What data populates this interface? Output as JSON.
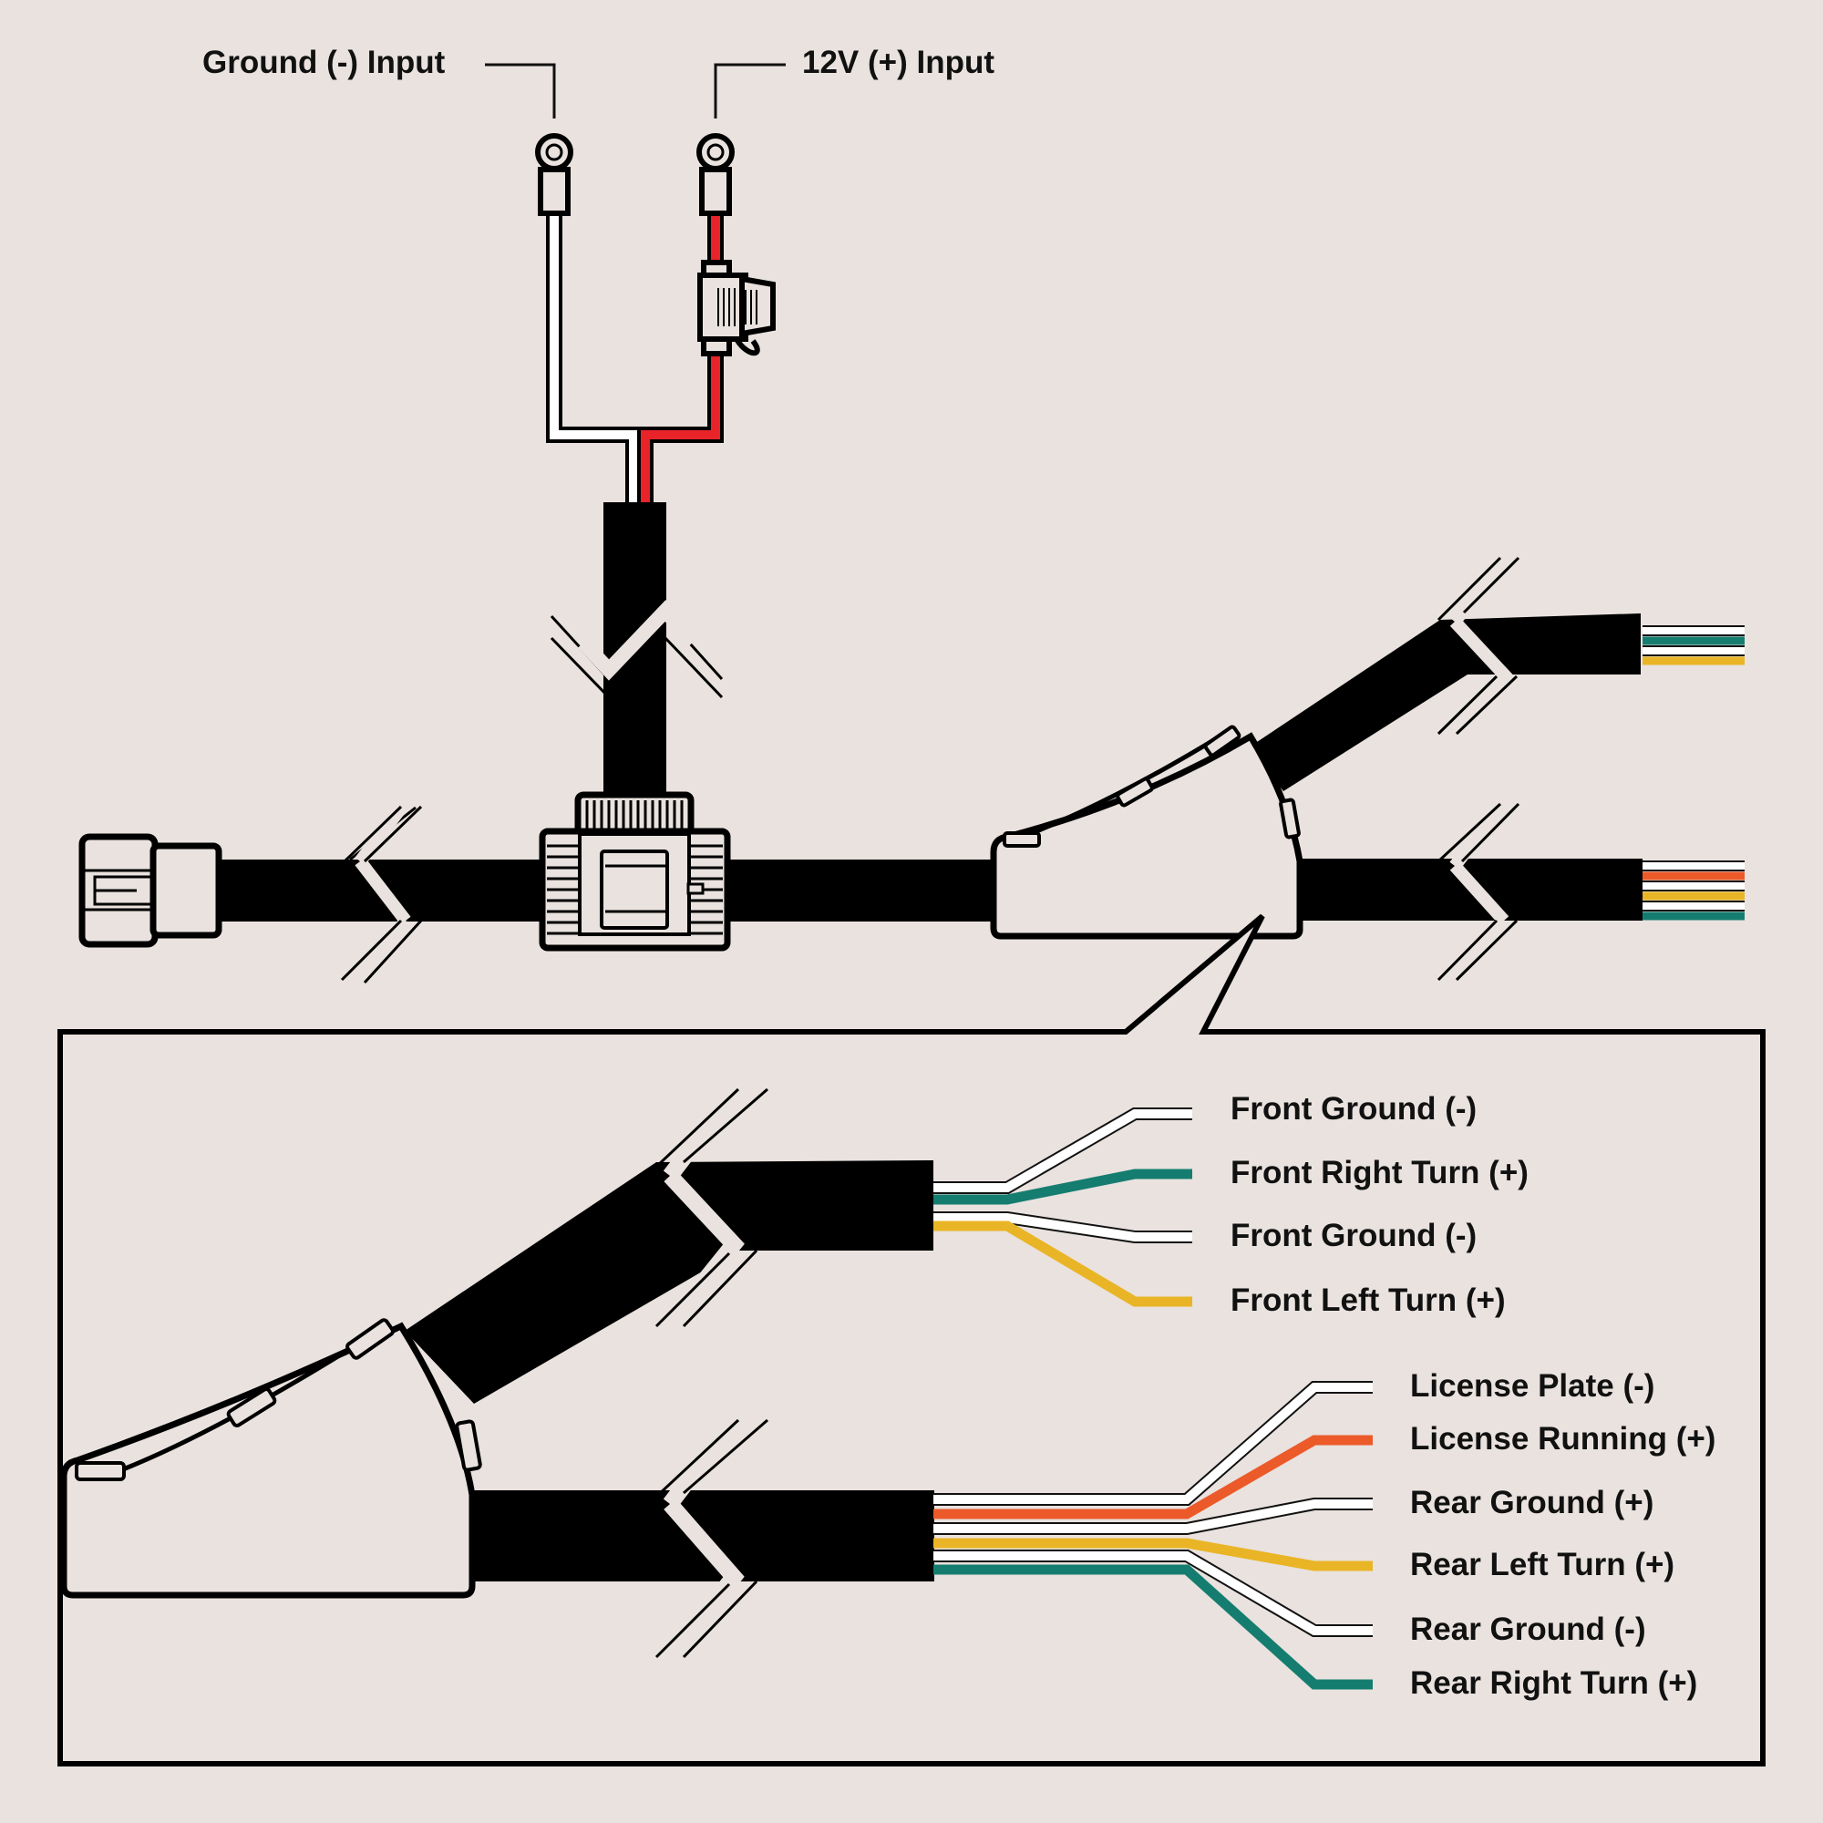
{
  "colors": {
    "background": "#e9e2de",
    "cable": "#000000",
    "white_wire": "#ffffff",
    "red_wire": "#e8242a",
    "teal_wire": "#157d70",
    "yellow_wire": "#e9b526",
    "orange_wire": "#ec5a2a"
  },
  "inputs": {
    "ground_label": "Ground (-) Input",
    "power_label": "12V (+) Input"
  },
  "components": {
    "ground_terminal": "ring-terminal-icon",
    "power_terminal": "ring-terminal-icon",
    "inline_fuse": "fuse-holder-icon",
    "plug_connector": "connector-plug-icon",
    "control_module": "module-box-icon",
    "y_splitter": "y-splitter-icon"
  },
  "front_branch": {
    "wires": [
      {
        "label": "Front Ground (-)",
        "color": "white"
      },
      {
        "label": "Front Right Turn (+)",
        "color": "teal"
      },
      {
        "label": "Front Ground (-)",
        "color": "white"
      },
      {
        "label": "Front Left Turn (+)",
        "color": "yellow"
      }
    ]
  },
  "rear_branch": {
    "wires": [
      {
        "label": "License Plate (-)",
        "color": "white"
      },
      {
        "label": "License Running (+)",
        "color": "orange"
      },
      {
        "label": "Rear Ground (+)",
        "color": "white"
      },
      {
        "label": "Rear Left Turn (+)",
        "color": "yellow"
      },
      {
        "label": "Rear Ground (-)",
        "color": "white"
      },
      {
        "label": "Rear Right Turn (+)",
        "color": "teal"
      }
    ]
  }
}
